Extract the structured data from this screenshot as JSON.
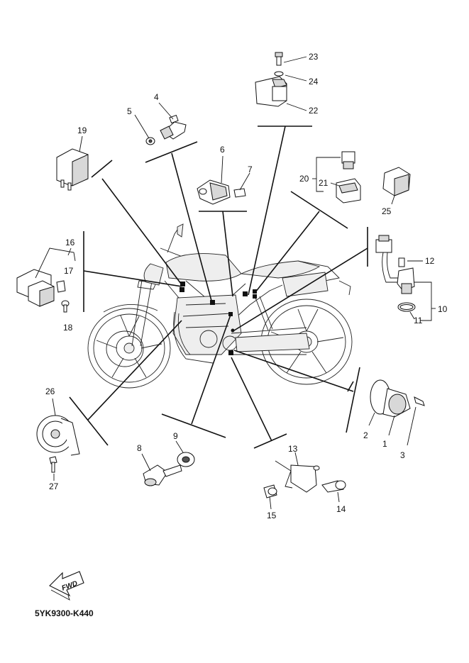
{
  "diagram_code": "5YK9300-K440",
  "direction_label": "FWD",
  "callouts": [
    "1",
    "2",
    "3",
    "4",
    "5",
    "6",
    "7",
    "8",
    "9",
    "10",
    "11",
    "12",
    "13",
    "14",
    "15",
    "16",
    "17",
    "18",
    "19",
    "20",
    "21",
    "22",
    "23",
    "24",
    "25",
    "26",
    "27"
  ]
}
